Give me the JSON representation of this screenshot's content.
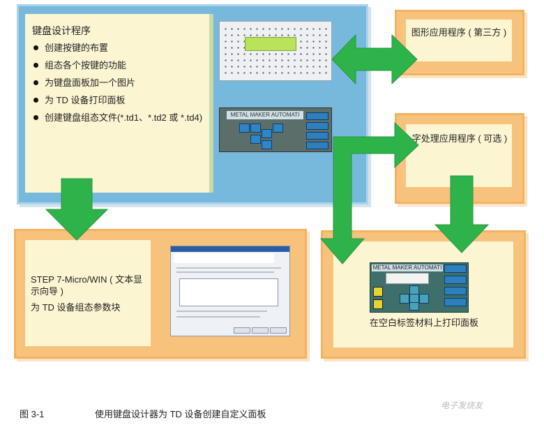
{
  "colors": {
    "blue_panel": "#77b9dc",
    "cream": "#fbf5d2",
    "orange": "#f7c27c",
    "arrow_green": "#2db34a"
  },
  "keypad_designer": {
    "title": "键盘设计程序",
    "items": [
      "创建按键的布置",
      "组态各个按键的功能",
      "为键盘面板加一个图片",
      "为 TD 设备打印面板",
      "创建键盘组态文件(*.td1、*.td2 或 *.td4)"
    ]
  },
  "boxes": {
    "graphics_app": "图形应用程序 ( 第三方 )",
    "word_processor": "字处理应用程序 ( 可选 )",
    "step7": "STEP 7-Micro/WIN ( 文本显示向导 )",
    "step7_sub": "为 TD 设备组态参数块",
    "print_panel": "在空白标签材料上打印面板"
  },
  "screenshots": {
    "panel_title": "METAL MAKER AUTOMATI"
  },
  "caption": {
    "number": "图 3-1",
    "text": "使用键盘设计器为 TD 设备创建自定义面板"
  },
  "watermark": "电子发烧友",
  "icons": [
    "double-arrow-icon",
    "right-arrow-icon",
    "down-arrow-icon"
  ]
}
